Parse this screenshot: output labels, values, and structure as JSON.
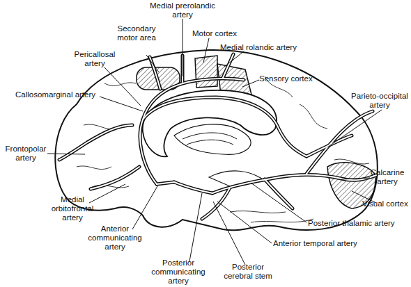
{
  "diagram": {
    "labels": [
      "Medial prerolandic artery",
      "Secondary motor area",
      "Motor cortex",
      "Medial rolandic artery",
      "Pericallosal artery",
      "Sensory cortex",
      "Callosomarginal artery",
      "Parieto-occipital artery",
      "Frontopolar artery",
      "Calcarine artery",
      "Medial orbitofrontal artery",
      "Visual cortex",
      "Anterior communicating artery",
      "Posterior thalamic artery",
      "Anterior temporal artery",
      "Posterior communicating artery",
      "Posterior cerebral stem"
    ]
  }
}
